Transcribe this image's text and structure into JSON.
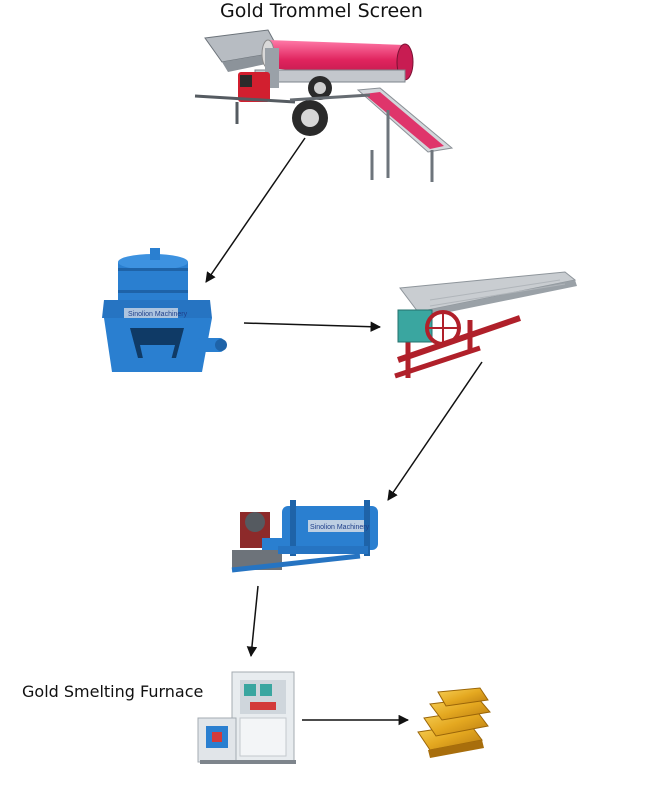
{
  "labels": {
    "trommel": "Gold Trommel Screen",
    "furnace": "Gold Smelting Furnace"
  },
  "machines": [
    {
      "id": "trommel",
      "icon": "trommel-screen-icon"
    },
    {
      "id": "centrifuge",
      "icon": "centrifugal-concentrator-icon",
      "logo": "Sinolion Machinery"
    },
    {
      "id": "shaking-table",
      "icon": "shaking-table-icon"
    },
    {
      "id": "ball-mill",
      "icon": "ball-mill-icon",
      "logo": "Sinolion Machinery"
    },
    {
      "id": "furnace",
      "icon": "smelting-furnace-icon"
    },
    {
      "id": "gold-bars",
      "icon": "gold-bars-icon"
    }
  ],
  "flow": [
    {
      "from": "trommel",
      "to": "centrifuge"
    },
    {
      "from": "centrifuge",
      "to": "shaking-table"
    },
    {
      "from": "shaking-table",
      "to": "ball-mill"
    },
    {
      "from": "ball-mill",
      "to": "furnace"
    },
    {
      "from": "furnace",
      "to": "gold-bars"
    }
  ],
  "colors": {
    "arrow": "#111111",
    "machine_blue": "#2a7fd0",
    "trommel_red": "#e0245e",
    "steel": "#a9b0b8",
    "gold": "#e4a820"
  }
}
